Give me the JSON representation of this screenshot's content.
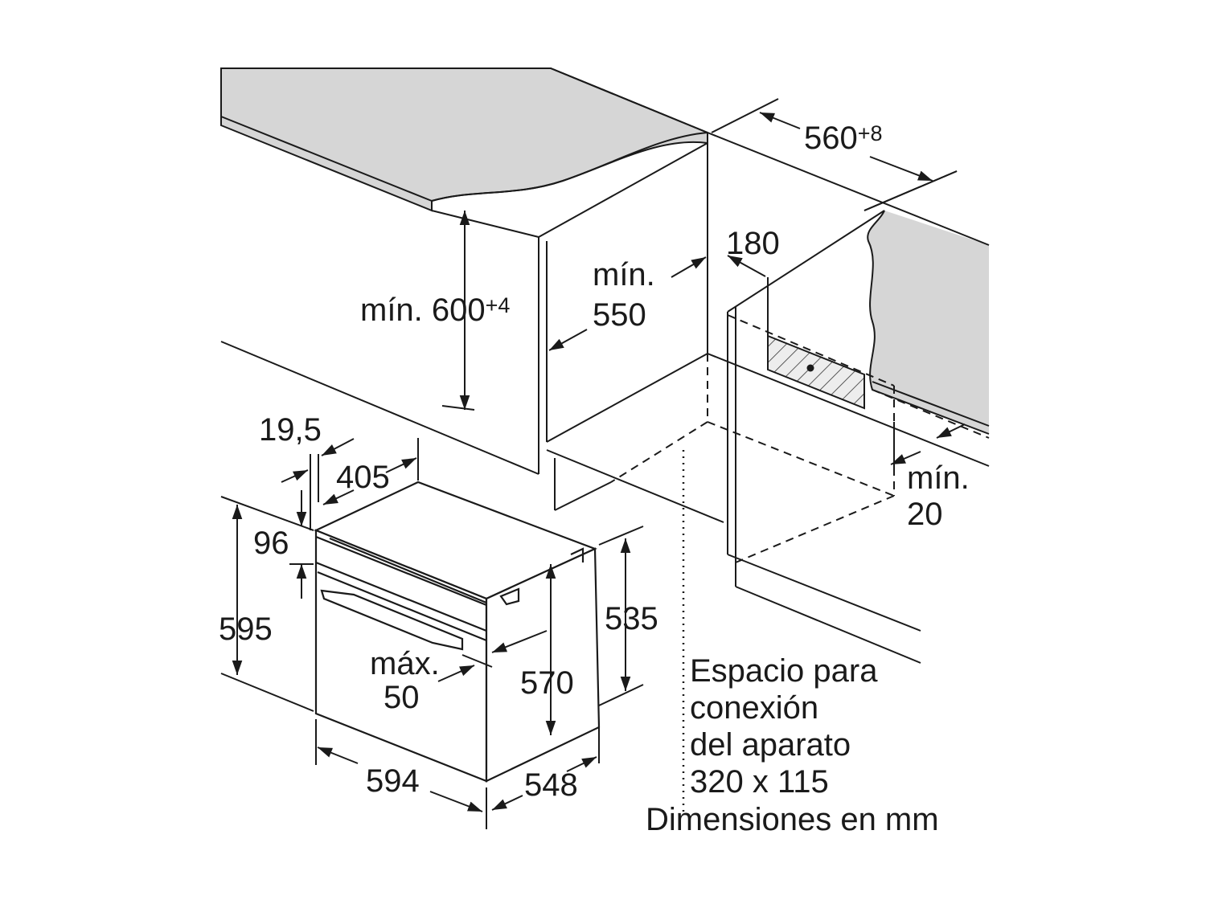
{
  "labels": {
    "cabinet_width": "560",
    "cabinet_width_tol": "+8",
    "min_height": "mín. 600",
    "min_height_tol": "+4",
    "min_depth_word": "mín.",
    "min_depth_value": "550",
    "connection_offset": "180",
    "min_gap_word": "mín.",
    "min_gap_value": "20",
    "front_panel": "19,5",
    "top_depth": "405",
    "control_panel": "96",
    "oven_height": "595",
    "max_word": "máx.",
    "max_value": "50",
    "inner_height": "570",
    "body_height": "535",
    "oven_width": "594",
    "oven_depth": "548"
  },
  "note": {
    "line1": "Espacio para",
    "line2": "conexión",
    "line3": "del aparato",
    "line4": "320 x 115"
  },
  "units_caption": "Dimensiones en mm",
  "colors": {
    "countertop": "#d6d6d6",
    "line": "#1a1a1a",
    "hatch_fill": "#ececec"
  }
}
